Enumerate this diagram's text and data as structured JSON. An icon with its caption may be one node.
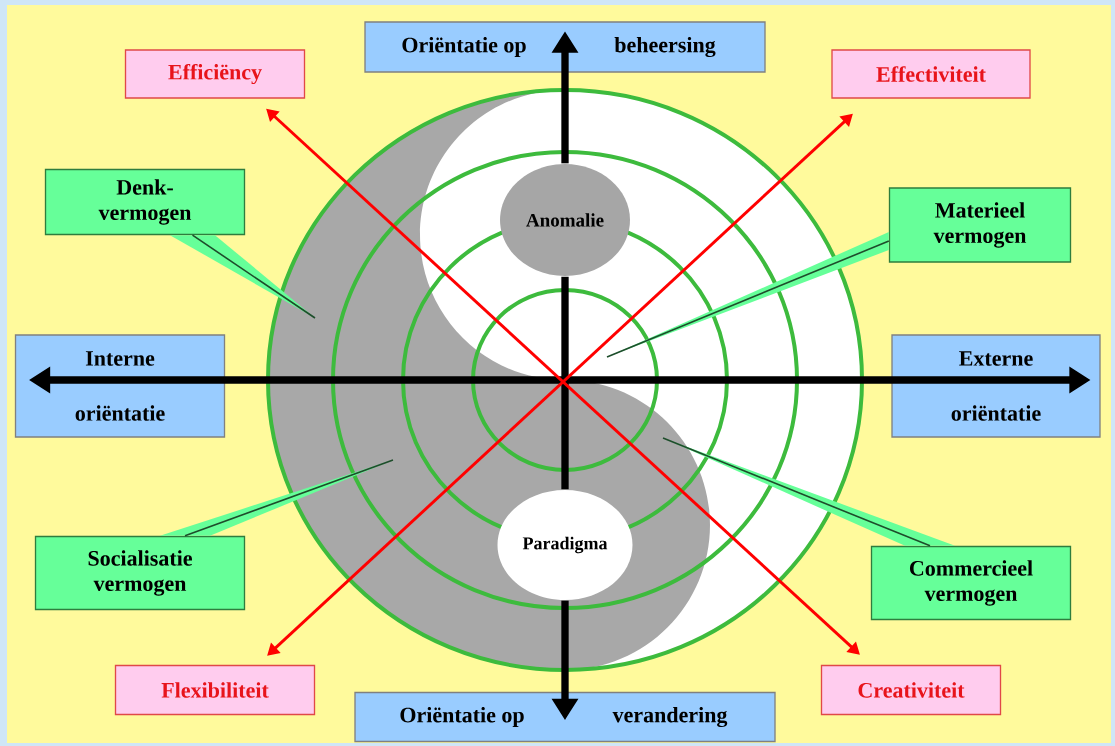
{
  "diagram": {
    "nodes": [
      {
        "text": [
          "Oriëntatie op",
          "beheersing"
        ]
      },
      {
        "text": [
          "Efficiëncy"
        ]
      },
      {
        "text": [
          "Effectiviteit"
        ]
      },
      {
        "text": [
          "Denk- vermogen"
        ]
      },
      {
        "text": [
          "Anomalie"
        ]
      },
      {
        "text": [
          "Materieel vermogen"
        ]
      },
      {
        "text": [
          "Interne oriëntatie"
        ]
      },
      {
        "text": [
          "Externe oriëntatie"
        ]
      },
      {
        "text": [
          "Paradigma"
        ]
      },
      {
        "text": [
          "Socialisatie vermogen"
        ]
      },
      {
        "text": [
          "Commercieel vermogen"
        ]
      },
      {
        "text": [
          "Flexibiliteit"
        ]
      },
      {
        "text": [
          "Creativiteit"
        ]
      },
      {
        "text": [
          "Oriëntatie op",
          "verandering"
        ]
      }
    ],
    "edges": [
      {
        "from": 4,
        "to": 0,
        "arrow": "to",
        "style": "thick"
      },
      {
        "from": 8,
        "to": 4,
        "arrow": "none",
        "style": "thick"
      },
      {
        "from": 8,
        "to": 13,
        "arrow": "to",
        "style": "thick"
      },
      {
        "from": 6,
        "to": 7,
        "arrow": "both",
        "style": "thick"
      },
      {
        "from": 1,
        "to": 12,
        "arrow": "both",
        "color": "#ff0000"
      },
      {
        "from": 2,
        "to": 11,
        "arrow": "both",
        "color": "#ff0000"
      },
      {
        "from": 3,
        "to": null,
        "arrow": "none"
      },
      {
        "from": 5,
        "to": null,
        "arrow": "none"
      },
      {
        "from": 9,
        "to": null,
        "arrow": "none"
      },
      {
        "from": 10,
        "to": null,
        "arrow": "none"
      }
    ]
  }
}
